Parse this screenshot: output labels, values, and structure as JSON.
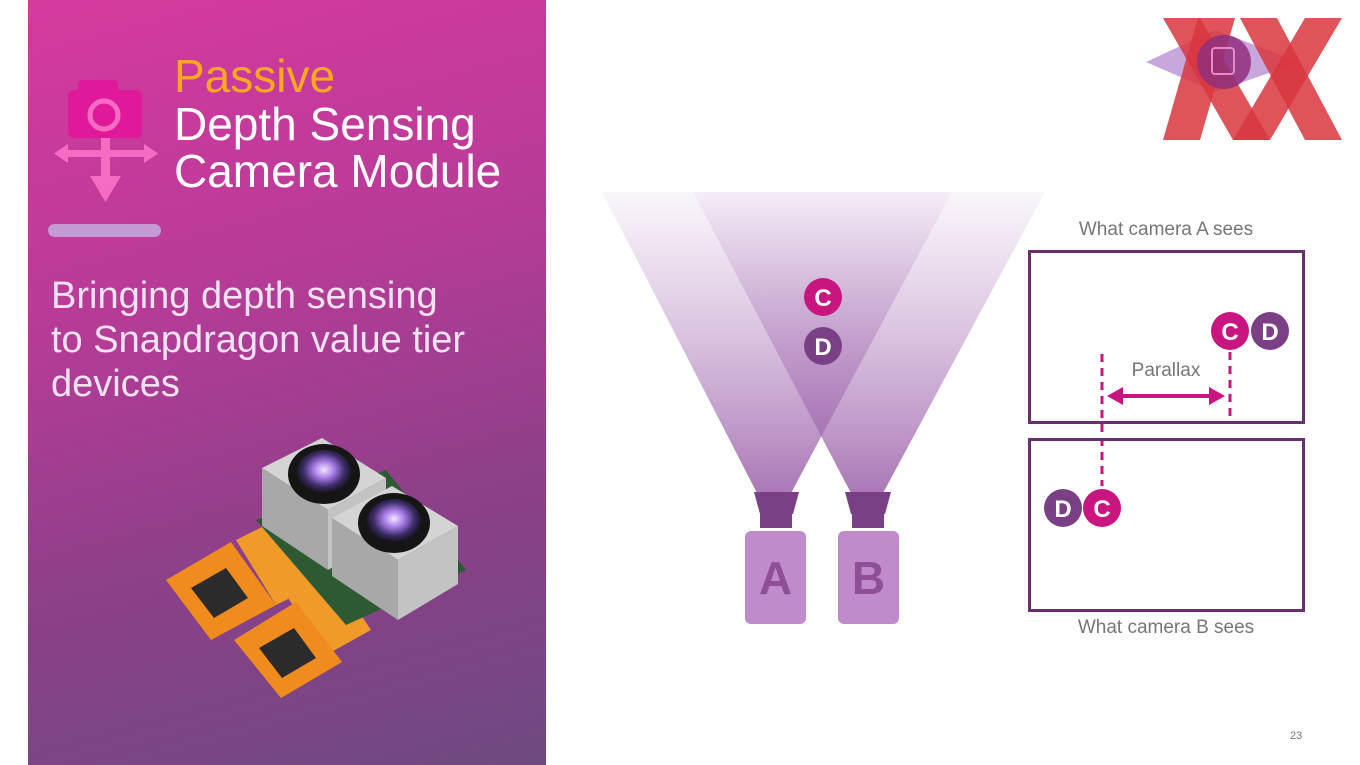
{
  "slide": {
    "title_accent": "Passive",
    "title_line_2": "Depth Sensing",
    "title_line_3": "Camera Module",
    "subtitle_line_1": "Bringing depth sensing",
    "subtitle_line_2": "to Snapdragon value tier",
    "subtitle_line_3": "devices",
    "page_number": "23"
  },
  "diagram": {
    "camera_a_label": "A",
    "camera_b_label": "B",
    "point_c": "C",
    "point_d": "D",
    "view_a_caption": "What camera A sees",
    "view_b_caption": "What camera B sees",
    "parallax_label": "Parallax"
  },
  "colors": {
    "magenta": "#c8157f",
    "purple_dark": "#7b3f86",
    "purple_light": "#b47ebd",
    "accent_orange": "#f7a81e"
  },
  "icons": {
    "title_icon": "depth-camera-icon",
    "watermark": "hardwareluxx-logo"
  }
}
